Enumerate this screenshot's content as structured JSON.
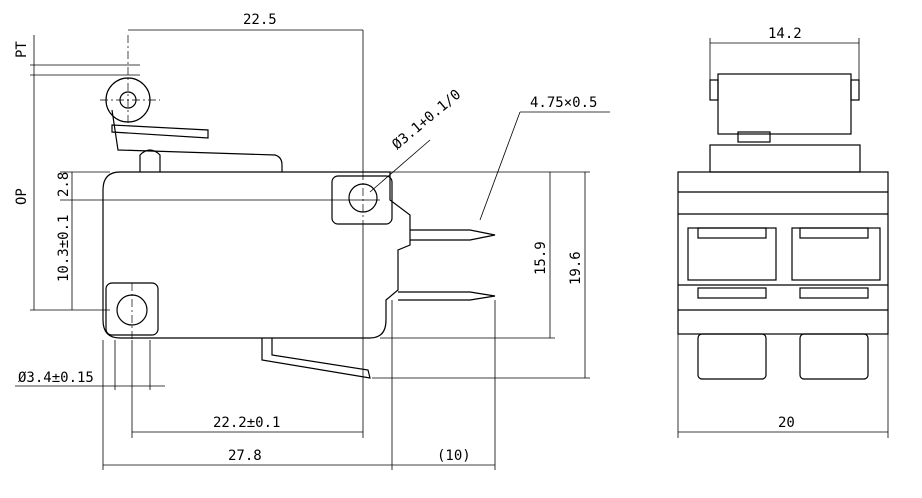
{
  "side_view": {
    "dim_top_width": "22.5",
    "dim_pt": "PT",
    "dim_op": "OP",
    "dim_hole_offset": "2.8",
    "dim_hole_spacing_v": "10.3±0.1",
    "dim_hole_dia": "Ø3.1+0.1/0",
    "dim_terminal": "4.75×0.5",
    "dim_height_inner": "15.9",
    "dim_height_total": "19.6",
    "dim_small_hole": "Ø3.4±0.15",
    "dim_hole_spacing_h": "22.2±0.1",
    "dim_body_length": "27.8",
    "dim_terminal_length": "(10)"
  },
  "end_view": {
    "dim_top_width": "14.2",
    "dim_total_width": "20"
  }
}
